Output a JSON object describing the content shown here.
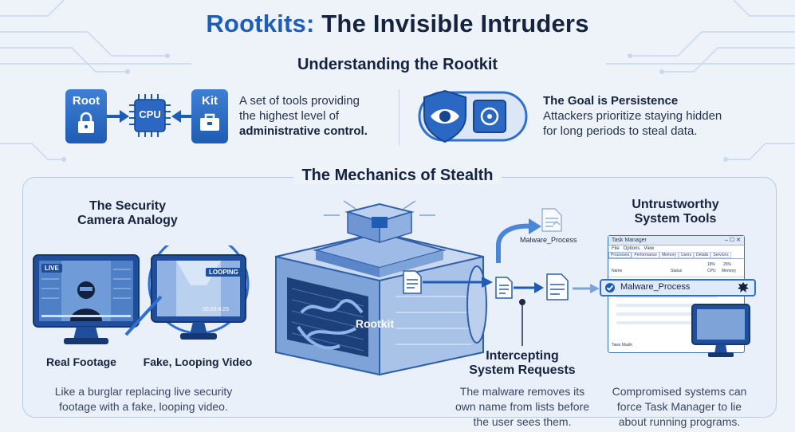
{
  "title": {
    "accent": "Rootkits:",
    "rest": "The Invisible Intruders"
  },
  "understanding": {
    "heading": "Understanding the Rootkit",
    "root_label": "Root",
    "cpu_label": "CPU",
    "kit_label": "Kit",
    "definition_line1": "A set of tools providing",
    "definition_line2": "the highest level of",
    "definition_bold": "administrative control.",
    "goal_title": "The Goal is Persistence",
    "goal_line1": "Attackers prioritize staying hidden",
    "goal_line2": "for long periods to steal data."
  },
  "mechanics": {
    "heading": "The Mechanics of Stealth",
    "camera_title_line1": "The Security",
    "camera_title_line2": "Camera Analogy",
    "live_badge": "LIVE",
    "looping_badge": "LOOPING",
    "loop_timestamp": "00:20:4:25",
    "real_footage": "Real Footage",
    "fake_video": "Fake, Looping Video",
    "analogy_line1": "Like a burglar replacing live security",
    "analogy_line2": "footage with a fake, looping video.",
    "rootkit_label": "Rootkit",
    "malware_process_file": "Malware_Process",
    "intercept_title_line1": "Intercepting",
    "intercept_title_line2": "System Requests",
    "intercept_line1": "The malware removes its",
    "intercept_line2": "own name from lists before",
    "intercept_line3": "the user sees them.",
    "tools_title_line1": "Untrustworthy",
    "tools_title_line2": "System Tools",
    "tm_title": "Task Manager",
    "tm_menu": [
      "File",
      "Options",
      "View"
    ],
    "tm_tabs": [
      "Processes",
      "Performance",
      "Memory",
      "Users",
      "Details",
      "Services"
    ],
    "tm_col_name": "Name",
    "tm_col_status": "Status",
    "tm_cpu_pct": "18%",
    "tm_cpu": "CPU",
    "tm_mem_pct": "25%",
    "tm_mem": "Memory",
    "tm_footer": "Taws Maxlk",
    "tm_highlight": "Malware_Process",
    "tools_line1": "Compromised systems can",
    "tools_line2": "force Task Manager to lie",
    "tools_line3": "about running programs."
  },
  "colors": {
    "accent": "#1e5db8",
    "dark": "#16233f",
    "panel": "#e9f0fa"
  }
}
